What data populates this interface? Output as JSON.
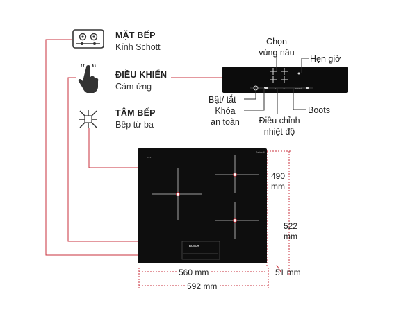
{
  "features": [
    {
      "icon": "cooktop-icon",
      "title": "MẶT BẾP",
      "subtitle": "Kính Schott"
    },
    {
      "icon": "touch-hand-icon",
      "title": "ĐIỀU KHIỂN",
      "subtitle": "Cảm ứng"
    },
    {
      "icon": "induction-icon",
      "title": "TÂM BẾP",
      "subtitle": "Bếp từ ba"
    }
  ],
  "callouts": {
    "zone_select": "Chọn\nvùng nấu",
    "timer": "Hẹn giờ",
    "power": "Bật/ tắt",
    "safety_lock": "Khóa\nan toàn",
    "temperature": "Điều chỉnh\nnhiệt độ",
    "boost": "Boots"
  },
  "hob": {
    "brand": "BOSCH"
  },
  "dimensions": {
    "width_glass": "560 mm",
    "width_total": "592 mm",
    "depth_zone": "490\nmm",
    "depth_total": "522\nmm",
    "frame": "51 mm"
  },
  "colors": {
    "accent": "#c8323c",
    "glass": "#111111"
  }
}
